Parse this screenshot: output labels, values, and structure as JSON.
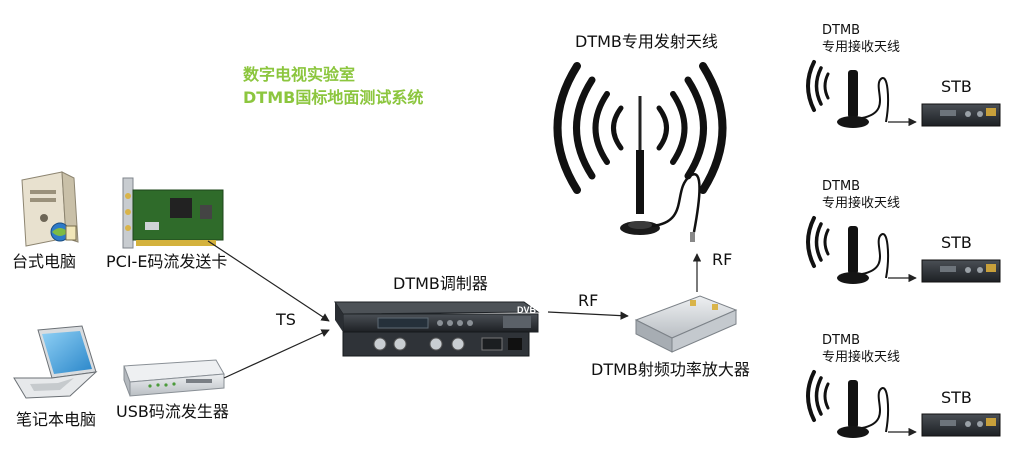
{
  "title": {
    "line1": "数字电视实验室",
    "line2": "DTMB国标地面测试系统"
  },
  "labels": {
    "desktop_pc": "台式电脑",
    "pcie_card": "PCI-E码流发送卡",
    "laptop": "笔记本电脑",
    "usb_generator": "USB码流发生器",
    "ts": "TS",
    "modulator": "DTMB调制器",
    "rf_left": "RF",
    "amplifier": "DTMB射频功率放大器",
    "rf_up": "RF",
    "tx_antenna": "DTMB专用发射天线",
    "modulator_logo": "DVB"
  },
  "receivers": [
    {
      "line1": "DTMB",
      "line2": "专用接收天线",
      "stb": "STB"
    },
    {
      "line1": "DTMB",
      "line2": "专用接收天线",
      "stb": "STB"
    },
    {
      "line1": "DTMB",
      "line2": "专用接收天线",
      "stb": "STB"
    }
  ],
  "colors": {
    "title_green": "#8cc63e",
    "device_silver": "#cfd3d6",
    "device_dark": "#2b2f33",
    "pcb_green": "#2f6b2a",
    "laptop_screen": "#3aa0dd"
  }
}
